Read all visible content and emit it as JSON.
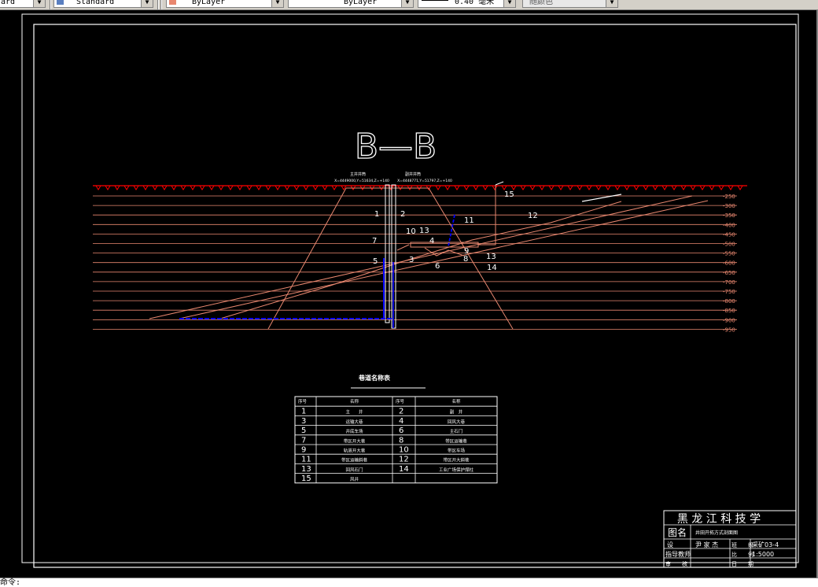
{
  "toolbar": {
    "textstyle_value": "ard",
    "dimstyle_value": "Standard",
    "layer_color_value": "ByLayer",
    "linetype_value": "ByLayer",
    "lineweight_value": "0.40 毫米",
    "plotstyle_value": "随颜色",
    "layer_color_hex": "#e8876f"
  },
  "drawing": {
    "title": "B—B",
    "shaft_label_left_title": "主井井筒",
    "shaft_label_left_coords": "X=4449000,Y=51634,Z=+140",
    "shaft_label_right_title": "副井井筒",
    "shaft_label_right_coords": "X=4448771,Y=51797,Z=+140",
    "depth_labels": [
      "-250",
      "-300",
      "-350",
      "-400",
      "-450",
      "-500",
      "-550",
      "-600",
      "-650",
      "-700",
      "-750",
      "-800",
      "-850",
      "-900",
      "-950"
    ],
    "callouts": [
      "1",
      "2",
      "3",
      "4",
      "5",
      "6",
      "7",
      "8",
      "9",
      "10",
      "11",
      "12",
      "13",
      "13",
      "14",
      "15"
    ],
    "colors": {
      "strata": "#e8876f",
      "surface": "#ff0000",
      "shaft": "#ffffff",
      "roadway": "#0000ff",
      "text": "#ffffff"
    }
  },
  "legend": {
    "title": "巷道名称表",
    "headers": [
      "序号",
      "名称",
      "序号",
      "名称"
    ],
    "rows": [
      [
        "1",
        "主　　井",
        "2",
        "副　井"
      ],
      [
        "3",
        "运输大巷",
        "4",
        "回风大巷"
      ],
      [
        "5",
        "井底车场",
        "6",
        "主石门"
      ],
      [
        "7",
        "带区开大巷",
        "8",
        "带区运输巷"
      ],
      [
        "9",
        "轨道开大巷",
        "10",
        "带区车场"
      ],
      [
        "11",
        "带区运输斜巷",
        "12",
        "带区开大斜巷"
      ],
      [
        "13",
        "回风石门",
        "14",
        "工业广场保护煤柱"
      ],
      [
        "15",
        "风井",
        "",
        ""
      ]
    ]
  },
  "titleblock": {
    "school": "黑 龙 江 科 技 学",
    "drawing_label": "图名",
    "drawing_name": "井田开拓方式剖面图",
    "design_label": "设",
    "designer": "尹 家 杰",
    "class_label": "班　　级",
    "class_value": "采矿03-4",
    "advisor_label": "指导教师",
    "scale_label": "比　　例",
    "scale_value": "1:5000",
    "review_label": "审　　核",
    "date_label": "日　　期"
  },
  "command_line": "命令:"
}
